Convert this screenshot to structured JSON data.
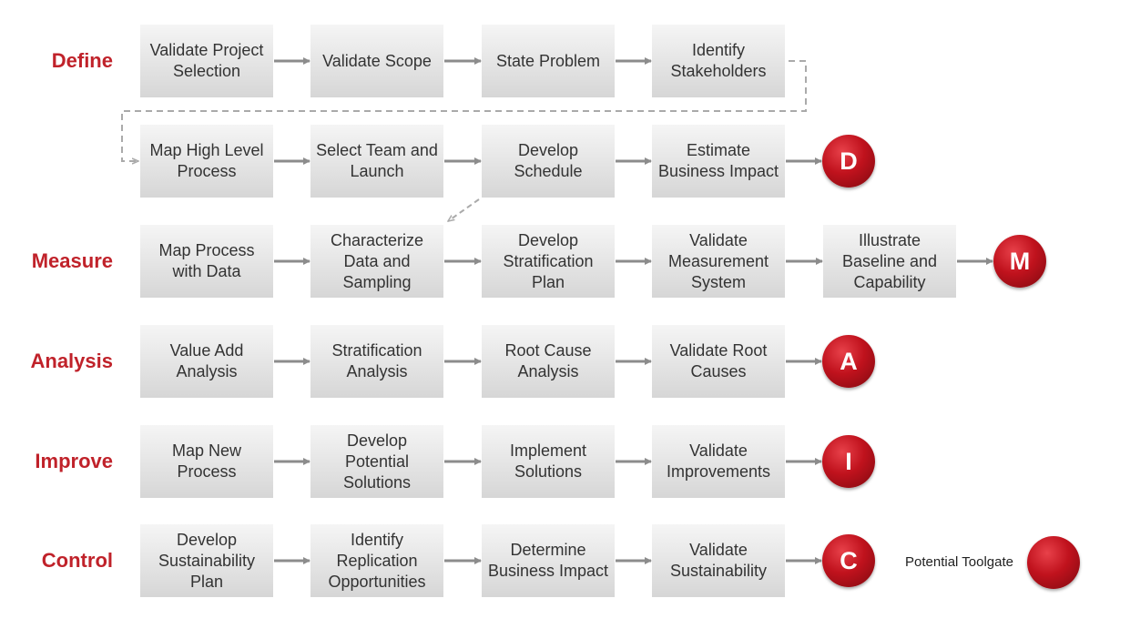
{
  "colors": {
    "phase_label": "#c0222a",
    "box_top": "#f5f5f5",
    "box_bottom": "#d6d6d6",
    "gate": "#c0121d",
    "arrow": "#8c8c8c",
    "connector": "#aaaaaa"
  },
  "rows": [
    {
      "phase": "Define",
      "steps": [
        "Validate Project Selection",
        "Validate Scope",
        "State Problem",
        "Identify Stakeholders"
      ],
      "gate": ""
    },
    {
      "phase": "",
      "steps": [
        "Map High Level Process",
        "Select Team and Launch",
        "Develop Schedule",
        "Estimate Business Impact"
      ],
      "gate": "D"
    },
    {
      "phase": "Measure",
      "steps": [
        "Map Process with Data",
        "Characterize Data and Sampling",
        "Develop Stratification Plan",
        "Validate Measurement System",
        "Illustrate Baseline and Capability"
      ],
      "gate": "M"
    },
    {
      "phase": "Analysis",
      "steps": [
        "Value Add Analysis",
        "Stratification Analysis",
        "Root Cause Analysis",
        "Validate Root Causes"
      ],
      "gate": "A"
    },
    {
      "phase": "Improve",
      "steps": [
        "Map New Process",
        "Develop Potential Solutions",
        "Implement Solutions",
        "Validate Improvements"
      ],
      "gate": "I"
    },
    {
      "phase": "Control",
      "steps": [
        "Develop Sustainability Plan",
        "Identify Replication Opportunities",
        "Determine Business Impact",
        "Validate Sustainability"
      ],
      "gate": "C"
    }
  ],
  "legend": {
    "label": "Potential Toolgate",
    "icon": "red-circle"
  }
}
